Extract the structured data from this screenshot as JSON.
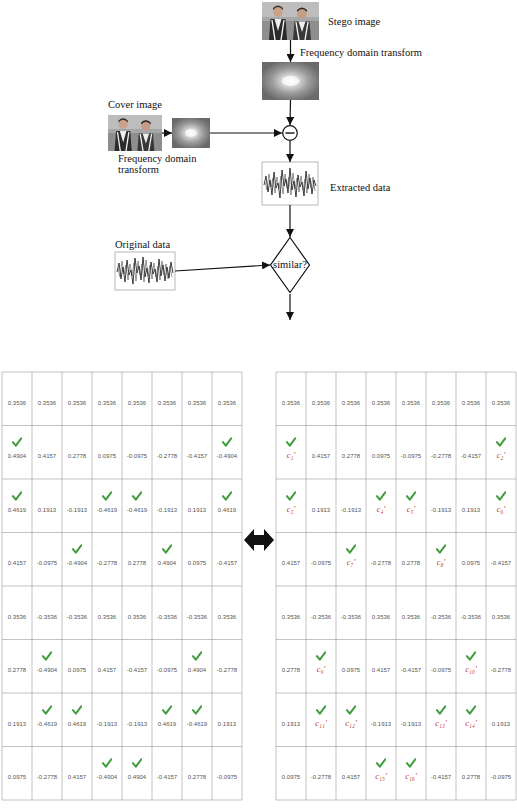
{
  "diagram": {
    "nodes": [
      {
        "text": [
          "Stego image"
        ]
      },
      {
        "text": []
      },
      {
        "text": [
          "Cover image"
        ]
      },
      {
        "text": []
      },
      {
        "text": []
      },
      {
        "text": [
          "Extracted data"
        ]
      },
      {
        "text": [
          "Original data"
        ]
      },
      {
        "text": [
          "similar?"
        ]
      }
    ],
    "edges": [
      {
        "from": 0,
        "to": 1,
        "arrow": "to",
        "label": "Frequency domain transform"
      },
      {
        "from": 1,
        "to": 4,
        "arrow": "to"
      },
      {
        "from": 2,
        "to": 3,
        "arrow": "to",
        "label": "Frequency domain transform"
      },
      {
        "from": 3,
        "to": 4,
        "arrow": "to"
      },
      {
        "from": 4,
        "to": 5,
        "arrow": "to"
      },
      {
        "from": 5,
        "to": 7,
        "arrow": "to"
      },
      {
        "from": 6,
        "to": 7,
        "arrow": "to"
      }
    ],
    "labels": [
      "0.3536",
      "0.3536",
      "0.3536",
      "0.3536",
      "0.3536",
      "0.3536",
      "0.3536",
      "0.3536",
      "0.4904",
      "0.4157",
      "0.2778",
      "0.0975",
      "-0.0975",
      "-0.2778",
      "-0.4157",
      "-0.4904",
      "0.4619",
      "0.1913",
      "-0.1913",
      "-0.4619",
      "-0.4619",
      "-0.1913",
      "0.1913",
      "0.4619",
      "0.4157",
      "-0.0975",
      "-0.4904",
      "-0.2778",
      "0.2778",
      "0.4904",
      "0.0975",
      "-0.4157",
      "0.3536",
      "-0.3536",
      "-0.3536",
      "0.3536",
      "0.3536",
      "-0.3536",
      "-0.3536",
      "0.3536",
      "0.2778",
      "-0.4904",
      "0.0975",
      "0.4157",
      "-0.4157",
      "-0.0975",
      "0.4904",
      "-0.2778",
      "0.1913",
      "-0.4619",
      "0.4619",
      "-0.1913",
      "-0.1913",
      "0.4619",
      "-0.4619",
      "0.1913",
      "0.0975",
      "-0.2778",
      "0.4157",
      "-0.4904",
      "0.4904",
      "-0.4157",
      "0.2778",
      "-0.0975",
      "0.3536",
      "0.3536",
      "0.3536",
      "0.3536",
      "0.3536",
      "0.3536",
      "0.3536",
      "0.3536",
      "c₁'",
      "0.4157",
      "0.2778",
      "0.0975",
      "-0.0975",
      "-0.2778",
      "-0.4157",
      "c₂'",
      "c₃'",
      "0.1913",
      "-0.1913",
      "c₄'",
      "c₅'",
      "-0.1913",
      "0.1913",
      "c₆'",
      "0.4157",
      "-0.0975",
      "c₇'",
      "-0.2778",
      "0.2778",
      "c₈'",
      "0.0975",
      "-0.4157",
      "0.3536",
      "-0.3536",
      "-0.3536",
      "0.3536",
      "0.3536",
      "-0.3536",
      "-0.3536",
      "0.3536",
      "0.2778",
      "c₉'",
      "0.0975",
      "0.4157",
      "-0.4157",
      "-0.0975",
      "c₁₀'",
      "-0.2778",
      "0.1913",
      "c₁₁'",
      "c₁₂'",
      "-0.1913",
      "-0.1913",
      "c₁₃'",
      "c₁₄'",
      "0.1913",
      "0.0975",
      "-0.2778",
      "0.4157",
      "c₁₅'",
      "c₁₆'",
      "-0.4157",
      "0.2778",
      "-0.0975"
    ]
  }
}
